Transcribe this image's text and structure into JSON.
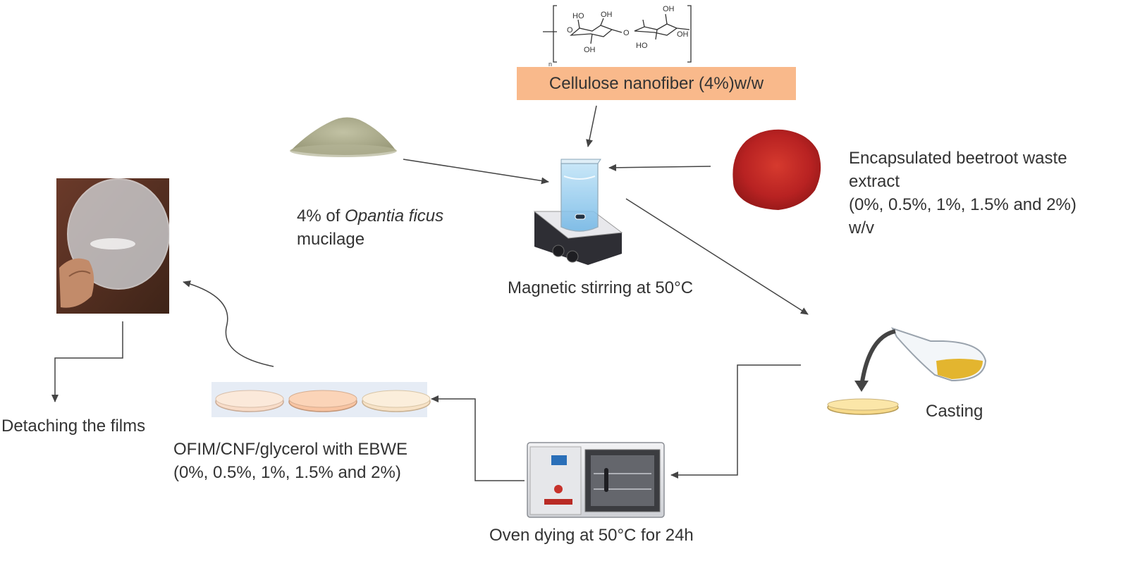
{
  "cellulose": {
    "label": "Cellulose nanofiber (4%)w/w",
    "structure_labels": {
      "ho1": "HO",
      "oh1": "OH",
      "oh2": "OH",
      "oh3": "OH",
      "ho2": "HO",
      "oh4": "OH",
      "n": "n"
    }
  },
  "mucilage": {
    "line1_prefix": "4% of ",
    "line1_italic": "Opantia ficus",
    "line2": "mucilage"
  },
  "beetroot": {
    "line1": "Encapsulated beetroot waste",
    "line2": "extract",
    "line3": "(0%, 0.5%, 1%, 1.5% and 2%)",
    "line4": "w/v"
  },
  "stirring": {
    "label": "Magnetic stirring at 50°C"
  },
  "casting": {
    "label": "Casting"
  },
  "oven": {
    "label": "Oven dying at 50°C for 24h"
  },
  "films": {
    "line1": "OFIM/CNF/glycerol with EBWE",
    "line2": "(0%, 0.5%, 1%, 1.5% and 2%)"
  },
  "detach": {
    "label": "Detaching the films"
  },
  "colors": {
    "cnf_box": "#f9b98b",
    "beet_powder": "#c0282a",
    "mucilage_powder": "#a9a98a",
    "arrow": "#444444"
  }
}
